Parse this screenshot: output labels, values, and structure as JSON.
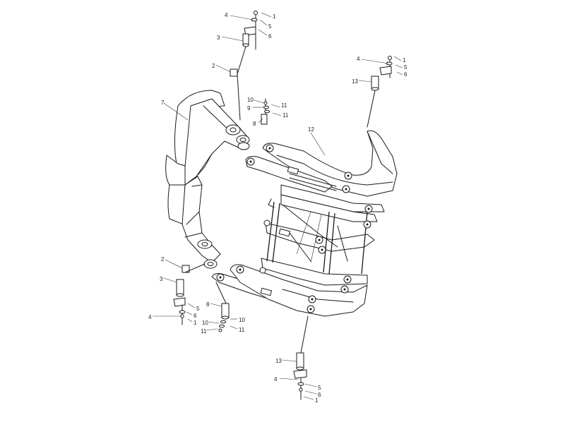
{
  "callouts": [
    {
      "id": "c1",
      "text": "1"
    },
    {
      "id": "c2",
      "text": "2"
    },
    {
      "id": "c3",
      "text": "3"
    },
    {
      "id": "c4",
      "text": "4"
    },
    {
      "id": "c5",
      "text": "5"
    },
    {
      "id": "c6",
      "text": "6"
    },
    {
      "id": "c7",
      "text": "7"
    },
    {
      "id": "c8",
      "text": "8"
    },
    {
      "id": "c9",
      "text": "9"
    },
    {
      "id": "c10",
      "text": "10"
    },
    {
      "id": "c11",
      "text": "11"
    },
    {
      "id": "c12",
      "text": "12"
    },
    {
      "id": "c13",
      "text": "13"
    }
  ],
  "colors": {
    "line": "#1a1a1a",
    "background": "#ffffff"
  }
}
